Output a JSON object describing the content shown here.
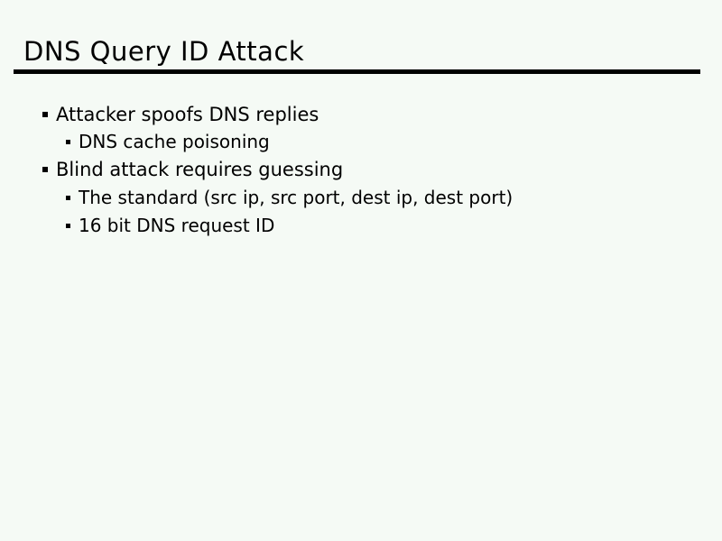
{
  "slide": {
    "title": "DNS Query ID Attack",
    "bullets": [
      {
        "level": 1,
        "text": "Attacker spoofs DNS replies"
      },
      {
        "level": 2,
        "text": "DNS cache poisoning"
      },
      {
        "level": 1,
        "text": "Blind attack requires guessing"
      },
      {
        "level": 2,
        "text": "The standard (src ip, src port, dest ip, dest port)"
      },
      {
        "level": 2,
        "text": "16 bit DNS request ID"
      }
    ],
    "colors": {
      "background": "#f5faf5",
      "text": "#000000",
      "rule": "#000000"
    }
  }
}
